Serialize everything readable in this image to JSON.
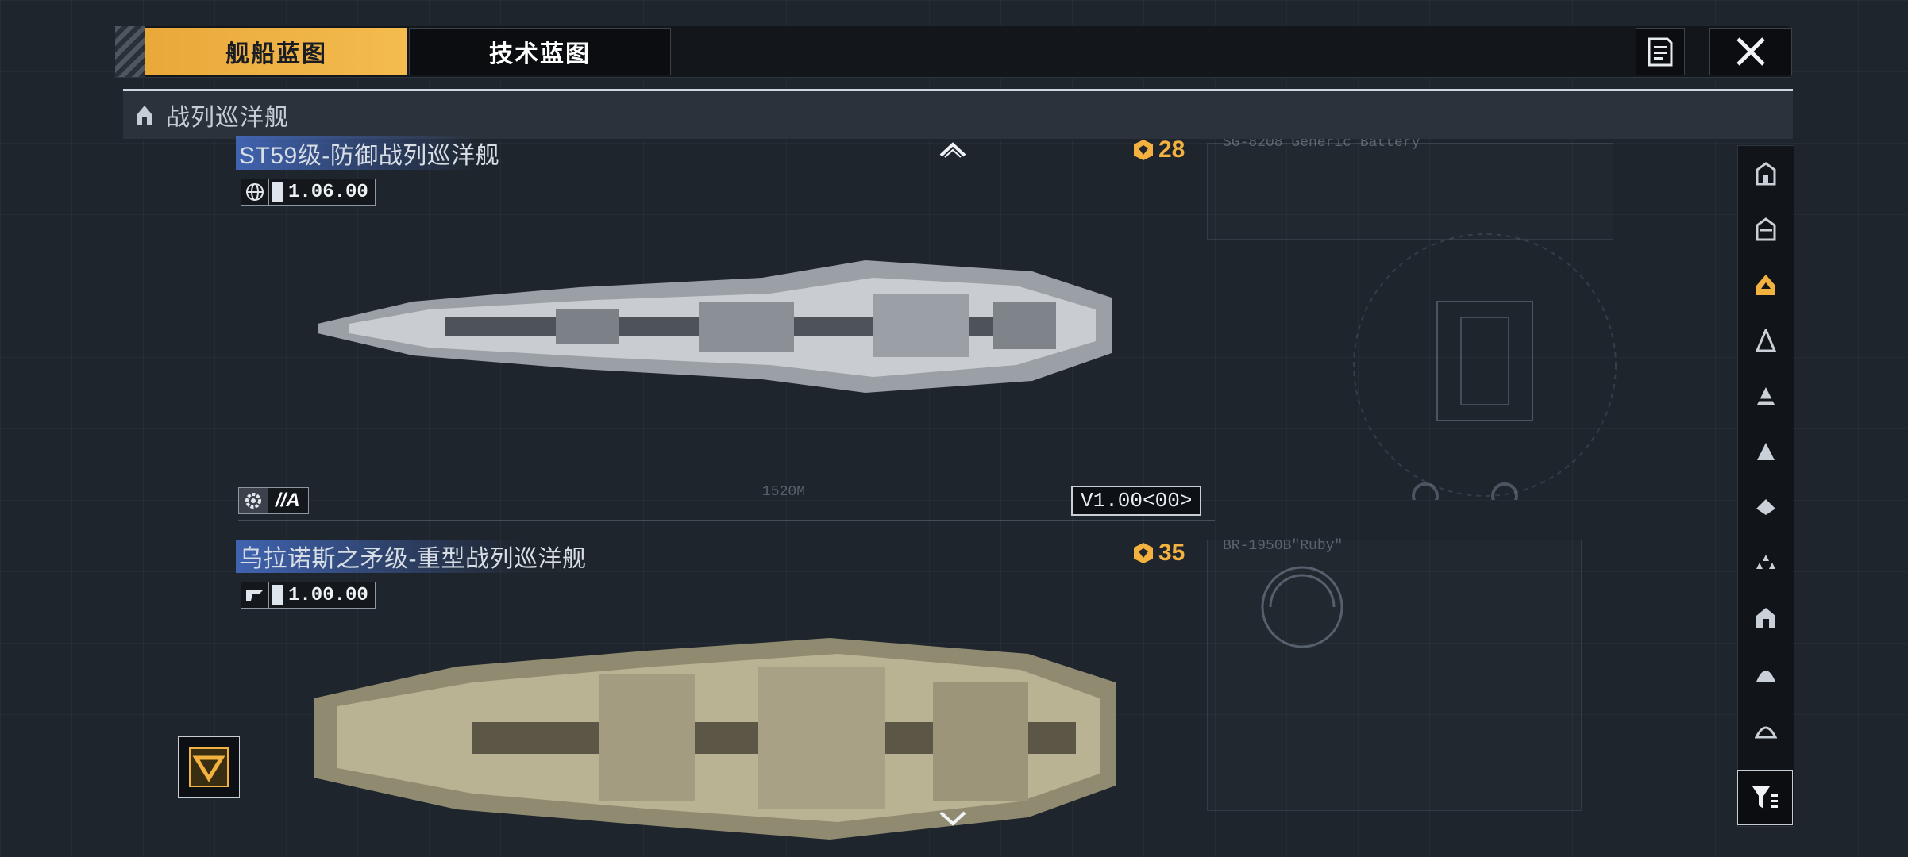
{
  "tabs": {
    "active_label": "舰船蓝图",
    "inactive_label": "技术蓝图"
  },
  "section": {
    "title": "战列巡洋舰"
  },
  "ships": [
    {
      "name": "ST59级-防御战列巡洋舰",
      "version_chip": "1.06.00",
      "cost": "28",
      "grade": "//A",
      "version_box": "V1.00<00>",
      "length_label": "1520M"
    },
    {
      "name": "乌拉诺斯之矛级-重型战列巡洋舰",
      "version_chip": "1.00.00",
      "cost": "35"
    }
  ],
  "icons": {
    "doc": "document-icon",
    "close": "close-icon",
    "section": "battlecruiser-icon",
    "filter": "filter-icon",
    "rank": "rank-chevron-icon"
  },
  "colors": {
    "accent": "#f3b13f",
    "title_highlight": "#466ec8",
    "background": "#1f252d"
  }
}
